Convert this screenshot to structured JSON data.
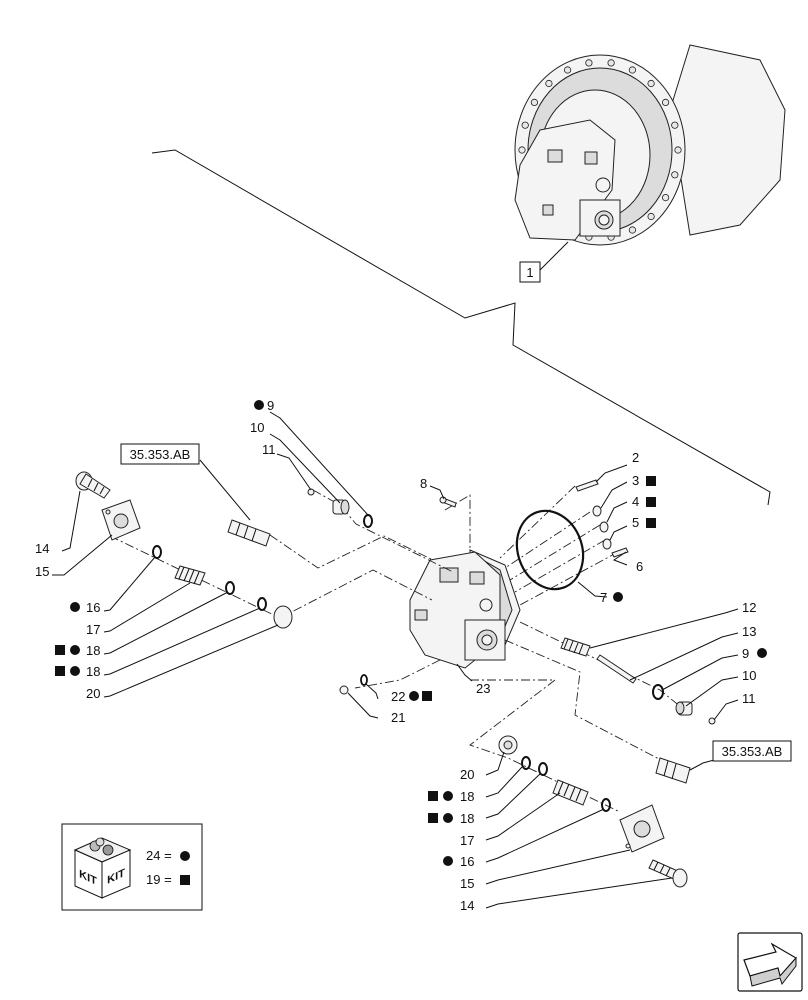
{
  "diagram": {
    "kit_box": {
      "kit_text": "KIT",
      "legend_24": "24 =",
      "legend_19": "19 ="
    },
    "references": [
      "35.353.AB",
      "35.353.AB"
    ],
    "boxed_label": "1",
    "callouts": {
      "c9_top": "9",
      "c10_top": "10",
      "c11_top": "11",
      "c8": "8",
      "c2": "2",
      "c3": "3",
      "c4": "4",
      "c5": "5",
      "c6": "6",
      "c7": "7",
      "c12": "12",
      "c13": "13",
      "c9_right": "9",
      "c10_right": "10",
      "c11_right": "11",
      "c14_left": "14",
      "c15_left": "15",
      "c16_left": "16",
      "c17_left": "17",
      "c18a_left": "18",
      "c18b_left": "18",
      "c20_left": "20",
      "c22": "22",
      "c21": "21",
      "c23": "23",
      "c20_bottom": "20",
      "c18a_bottom": "18",
      "c18b_bottom": "18",
      "c17_bottom": "17",
      "c16_bottom": "16",
      "c15_bottom": "15",
      "c14_bottom": "14"
    },
    "icons": {
      "circle": "filled-circle",
      "square": "filled-square",
      "nav": "next-page-arrow-icon"
    }
  }
}
